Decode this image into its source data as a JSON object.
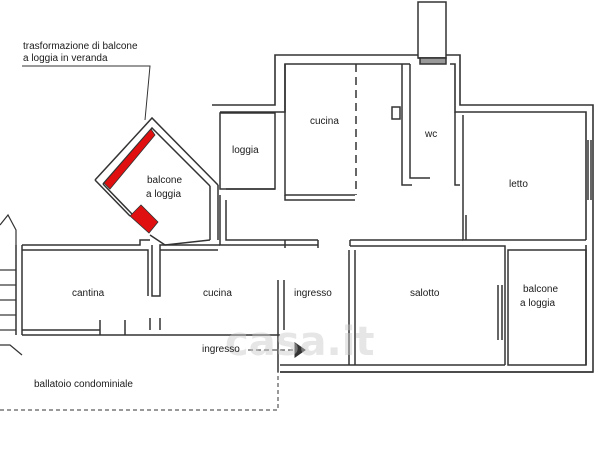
{
  "annotation": {
    "line1": "trasformazione di balcone",
    "line2": "a loggia in veranda"
  },
  "rooms": {
    "loggia": "loggia",
    "cucina_top": "cucina",
    "wc": "wc",
    "letto": "letto",
    "balcone_loggia_left_1": "balcone",
    "balcone_loggia_left_2": "a loggia",
    "cantina": "cantina",
    "cucina_bottom": "cucina",
    "ingresso_room": "ingresso",
    "salotto": "salotto",
    "balcone_loggia_right_1": "balcone",
    "balcone_loggia_right_2": "a loggia"
  },
  "entrance_label": "ingresso",
  "corridor_label": "ballatoio condominiale",
  "watermark": "casa.it",
  "colors": {
    "wall": "#555555",
    "line": "#333333",
    "highlight": "#e01010"
  }
}
